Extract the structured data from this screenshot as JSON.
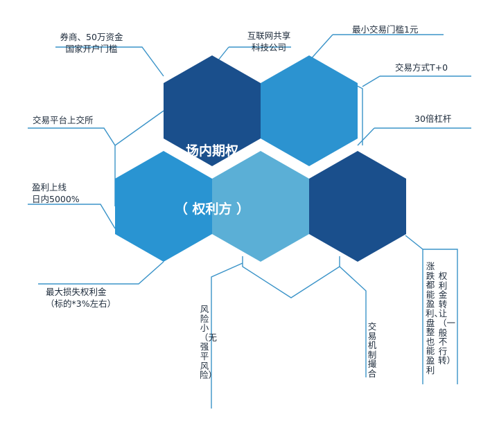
{
  "colors": {
    "hex_dark_top": "#1a4f8c",
    "hex_mid_blue": "#2994d2",
    "hex_light_blue": "#5bafd6",
    "hex_bright": "#2c93d0",
    "hex_dark_right": "#1a4f8c",
    "connector": "#3a93c8",
    "text": "#1c2a3a"
  },
  "center": {
    "title_line1": "场内期权",
    "title_line2": "（ 权利方 ）"
  },
  "labels": {
    "broker": "券商、50万资金\n国家开户门槛",
    "internet": "互联网共享\n科技公司",
    "min_trade": "最小交易门槛1元",
    "trade_mode": "交易方式T+0",
    "leverage": "30倍杠杆",
    "platform": "交易平台上交所",
    "profit_cap": "盈利上线\n日内5000%",
    "max_loss": "最大损失权利金\n（标的*3%左右）",
    "low_risk": "风险小（无强平风险）",
    "matching": "交易机制撮合",
    "profit_both": "涨跌都能盈利、盘整也能盈利",
    "transfer": "权利金转让（一般不行转）"
  }
}
